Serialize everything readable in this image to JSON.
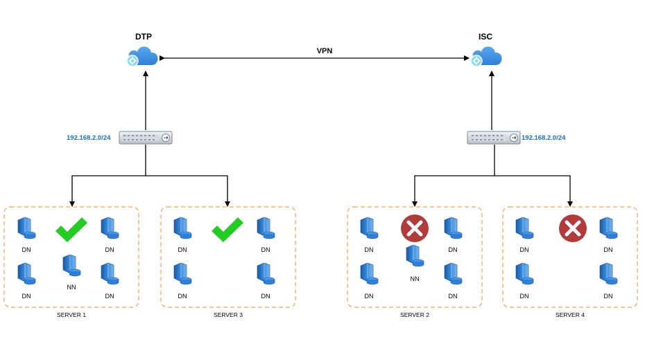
{
  "sites": [
    {
      "name": "DTP",
      "subnet": "192.168.2.0/24"
    },
    {
      "name": "ISC",
      "subnet": "192.168.2.0/24"
    }
  ],
  "link_label": "VPN",
  "servers": [
    {
      "label": "SERVER 1",
      "status": "ok",
      "nodes": [
        "DN",
        "DN",
        "NN",
        "DN",
        "DN"
      ]
    },
    {
      "label": "SERVER 3",
      "status": "ok",
      "nodes": [
        "DN",
        "DN",
        "DN",
        "DN"
      ]
    },
    {
      "label": "SERVER 2",
      "status": "fail",
      "nodes": [
        "DN",
        "DN",
        "NN",
        "DN",
        "DN"
      ]
    },
    {
      "label": "SERVER 4",
      "status": "fail",
      "nodes": [
        "DN",
        "DN",
        "DN",
        "DN"
      ]
    }
  ],
  "colors": {
    "cloud": "#2f8ee0",
    "box_border": "#f5a04a",
    "ok": "#22cc22",
    "fail": "#b23a3a",
    "subnet_text": "#1f6fb5"
  }
}
